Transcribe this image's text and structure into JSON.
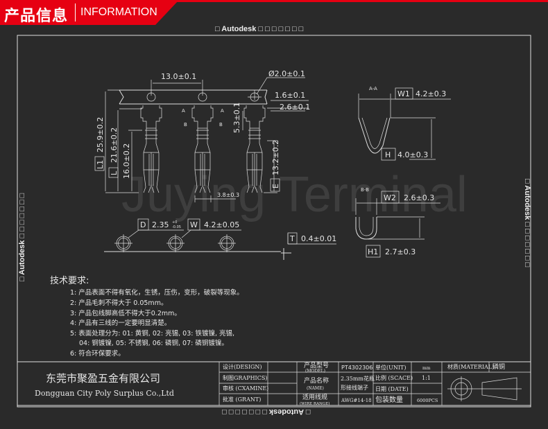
{
  "header": {
    "title": "产品信息",
    "subtitle": "INFORMATION",
    "accent": "#e60012"
  },
  "captions": {
    "top": "□ Autodesk □ □ □ □ □ □ □",
    "side": "□ Autodesk □ □ □ □ □ □ □"
  },
  "watermark": "Juying Terminal",
  "drawing": {
    "pitch": "13.0±0.1",
    "hole": "Ø2.0±0.1",
    "dim_1_6": "1.6±0.1",
    "dim_2_6": "2.6±0.1",
    "dim_5_3": "5.3±0.1",
    "L1_label": "L1",
    "L1": "25.9±0.2",
    "L_label": "L",
    "L": "21.6±0.2",
    "dim_16": "16.0±0.2",
    "E_label": "E",
    "E": "13.2±0.2",
    "dim_3_8": "3.8±0.3",
    "section_a": "A",
    "section_b": "B",
    "D_label": "D",
    "D": "2.35",
    "D_tol_plus": "+0",
    "D_tol_minus": "-0.05",
    "W_label": "W",
    "W": "4.2±0.05",
    "T_label": "T",
    "T": "0.4±0.01",
    "aa": "A-A",
    "W1_label": "W1",
    "W1": "4.2±0.3",
    "H_label": "H",
    "H": "4.0±0.3",
    "bb": "B-B",
    "W2_label": "W2",
    "W2": "2.6±0.3",
    "H1_label": "H1",
    "H1": "2.7±0.3"
  },
  "requirements": {
    "title": "技术要求:",
    "items": [
      "1: 产品表面不得有氧化，生锈，压伤，变形，破裂等现象。",
      "2: 产品毛刺不得大于 0.05mm。",
      "3: 产品包线脚高低不得大于0.2mm。",
      "4: 产品有三线的一定要明显清楚。",
      "5: 表面处理分为: 01: 黄铜, 02: 亮锡, 03: 铁镀镍, 亮锡,",
      "04: 铜镀镍, 05: 不锈钢, 06: 磷铜, 07: 磷铜镀镍。",
      "6: 符合环保要求。"
    ]
  },
  "title_block": {
    "company_cn": "东莞市聚盈五金有限公司",
    "company_en": "Dongguan City Poly Surplus Co.,Ltd",
    "design": "设计(DESIGN)",
    "graphics": "制图GRAPHICS)",
    "examine": "审核 (CXAMINE)",
    "grant": "批准 (GRANT)",
    "model_label_cn": "产品型号",
    "model_label_en": "(MODEL)",
    "model": "PT4302306",
    "name_label_cn": "产品名称",
    "name_label_en": "(NAME)",
    "name_1": "2.35mm花瓶",
    "name_2": "形接线端子",
    "wire_label_cn": "适用线规",
    "wire_label_en": "(WIRE RANGE)",
    "wire": "AWG#14-18",
    "unit_label": "单位(UNIT)",
    "unit": "mm",
    "scale_label": "比例 (SCACE)",
    "scale": "1:1",
    "date_label": "日期 (DATE)",
    "date": "",
    "pack_label": "包装数量",
    "pack": "6000PCS",
    "material_label": "材质(MATERIAL)",
    "material": "磷铜"
  }
}
